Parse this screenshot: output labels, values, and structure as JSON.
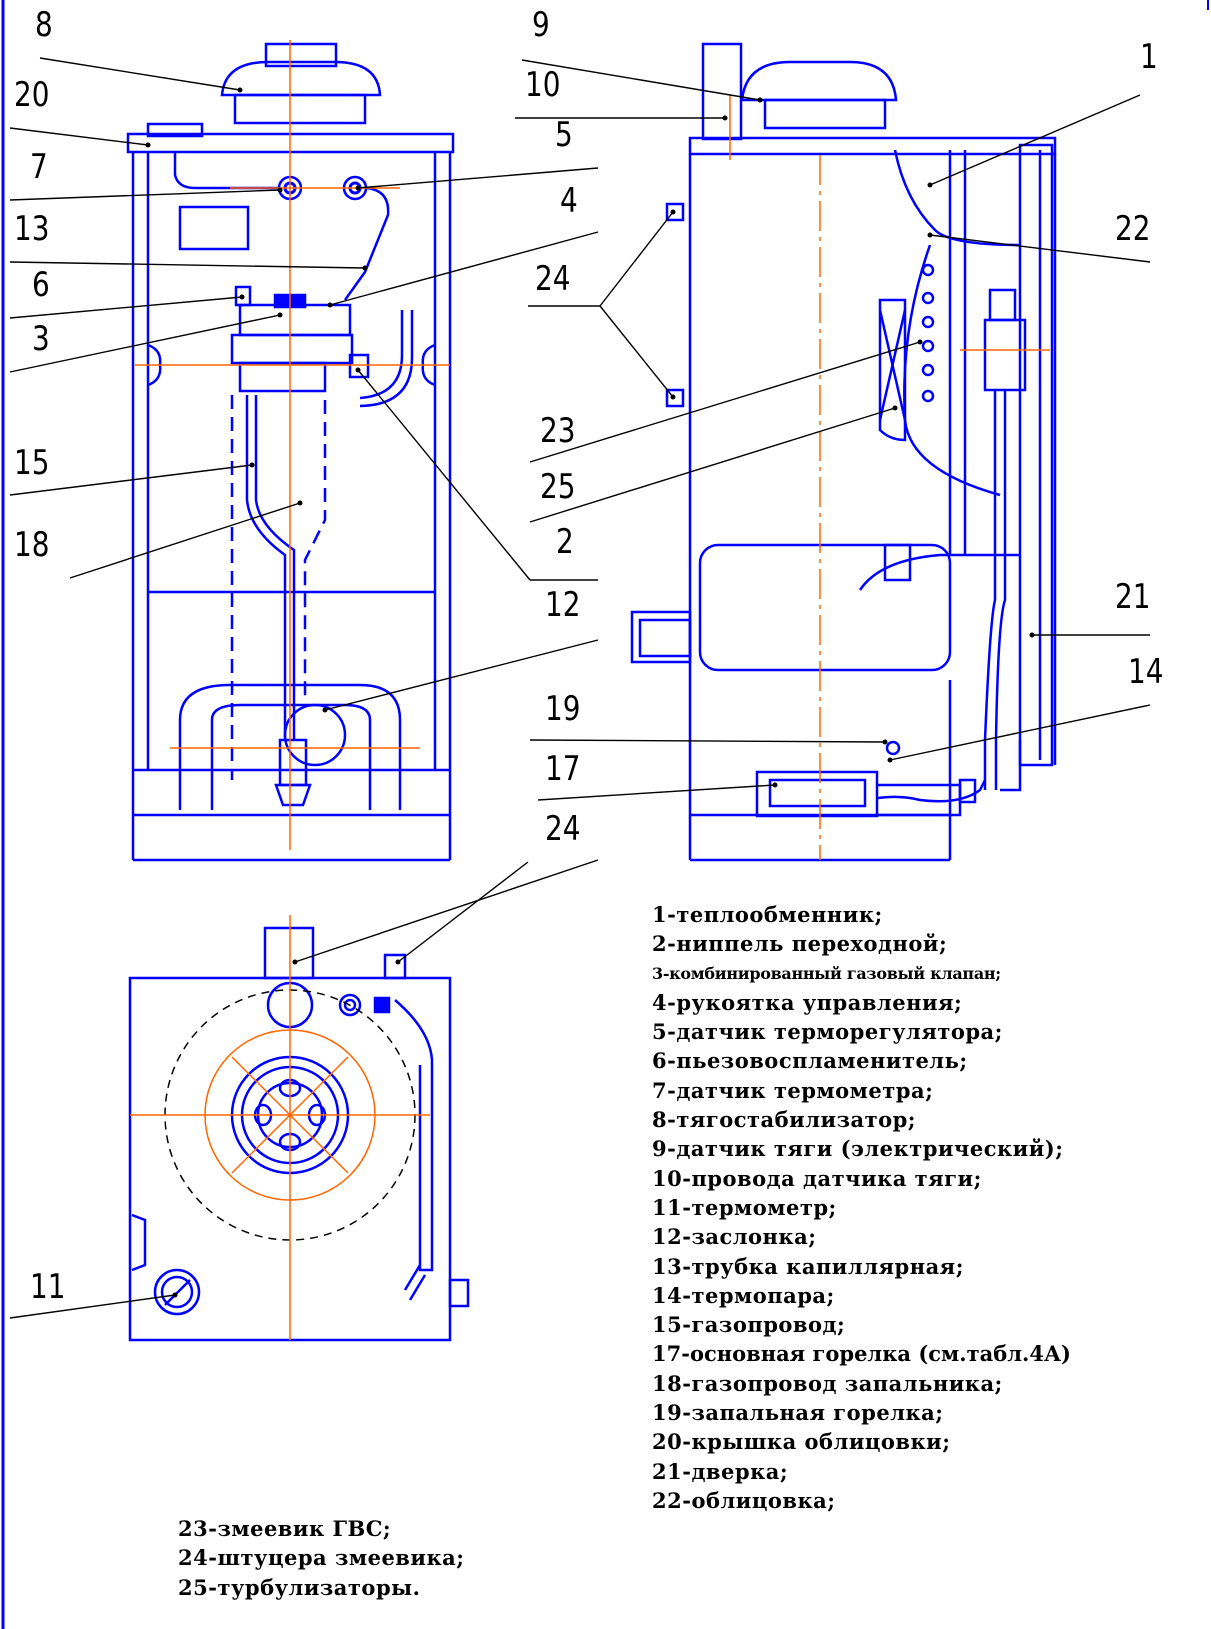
{
  "callouts": {
    "n8": "8",
    "n20": "20",
    "n7": "7",
    "n13": "13",
    "n6": "6",
    "n3": "3",
    "n15": "15",
    "n18": "18",
    "n9": "9",
    "n10": "10",
    "n5": "5",
    "n4": "4",
    "n1": "1",
    "n22": "22",
    "n24a": "24",
    "n23": "23",
    "n25": "25",
    "n2": "2",
    "n12": "12",
    "n21": "21",
    "n19": "19",
    "n14": "14",
    "n17": "17",
    "n24b": "24",
    "n11": "11"
  },
  "legend_right": [
    "1-теплообменник;",
    "2-ниппель переходной;",
    "3-комбинированный газовый клапан;",
    "4-рукоятка управления;",
    "5-датчик терморегулятора;",
    "6-пьезовоспламенитель;",
    "7-датчик термометра;",
    "8-тягостабилизатор;",
    "9-датчик тяги (электрический);",
    "10-провода датчика тяги;",
    "11-термометр;",
    "12-заслонка;",
    "13-трубка капиллярная;",
    "14-термопара;",
    "15-газопровод;",
    "17-основная горелка (см.табл.4А)",
    "18-газопровод запальника;",
    "19-запальная горелка;",
    "20-крышка облицовки;",
    "21-дверка;",
    "22-облицовка;"
  ],
  "legend_left": [
    "23-змеевик ГВС;",
    "24-штуцера змеевика;",
    "25-турбулизаторы."
  ],
  "colors": {
    "outline": "#0000ff",
    "axis": "#ff6600",
    "leader": "#000000",
    "text": "#000000"
  }
}
